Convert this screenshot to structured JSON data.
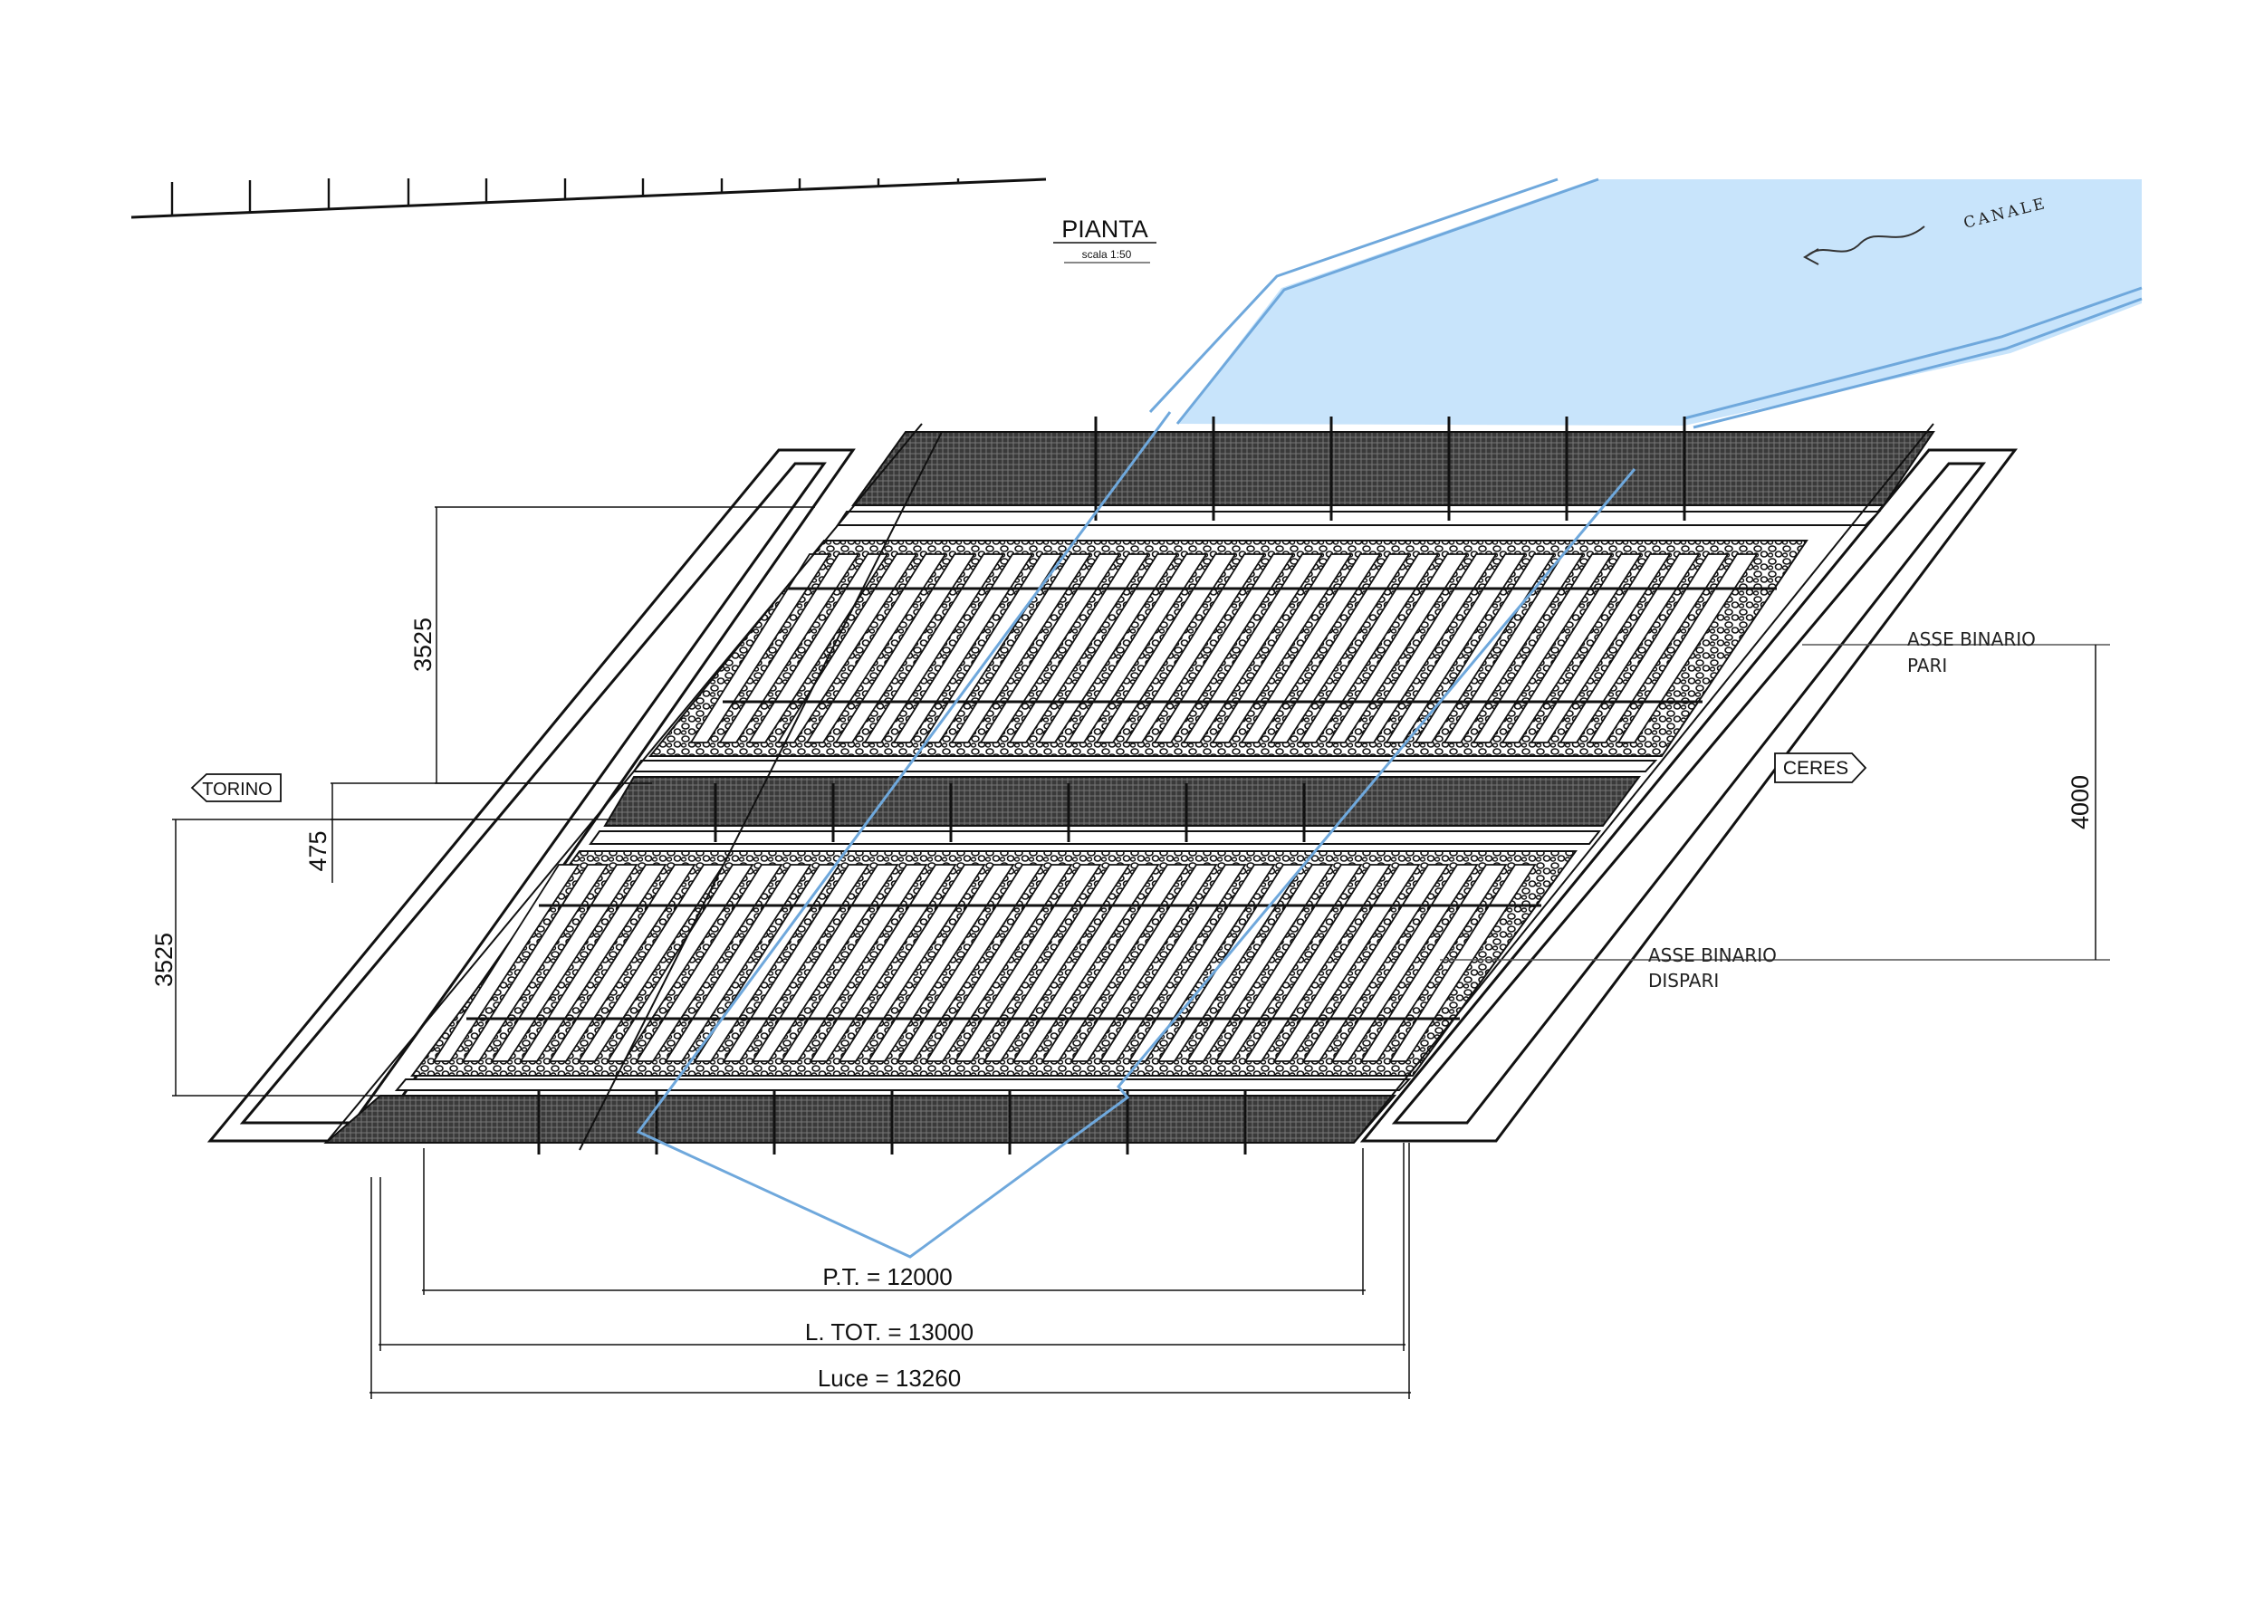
{
  "drawing": {
    "title": "PIANTA",
    "scale": "scala 1:50",
    "water_label": "CANALE"
  },
  "directions": {
    "left": "TORINO",
    "right": "CERES"
  },
  "axes": {
    "pari_line1": "ASSE BINARIO",
    "pari_line2": "PARI",
    "dispari_line1": "ASSE BINARIO",
    "dispari_line2": "DISPARI"
  },
  "dimensions": {
    "upper_track": "3525",
    "gap": "475",
    "lower_track": "3525",
    "interaxis": "4000",
    "pt": "P.T. = 12000",
    "ltot": "L. TOT. = 13000",
    "luce": "Luce = 13260"
  },
  "colors": {
    "water": "#c8e4fb",
    "water_edge": "#6fa8dc",
    "line": "#111111"
  }
}
